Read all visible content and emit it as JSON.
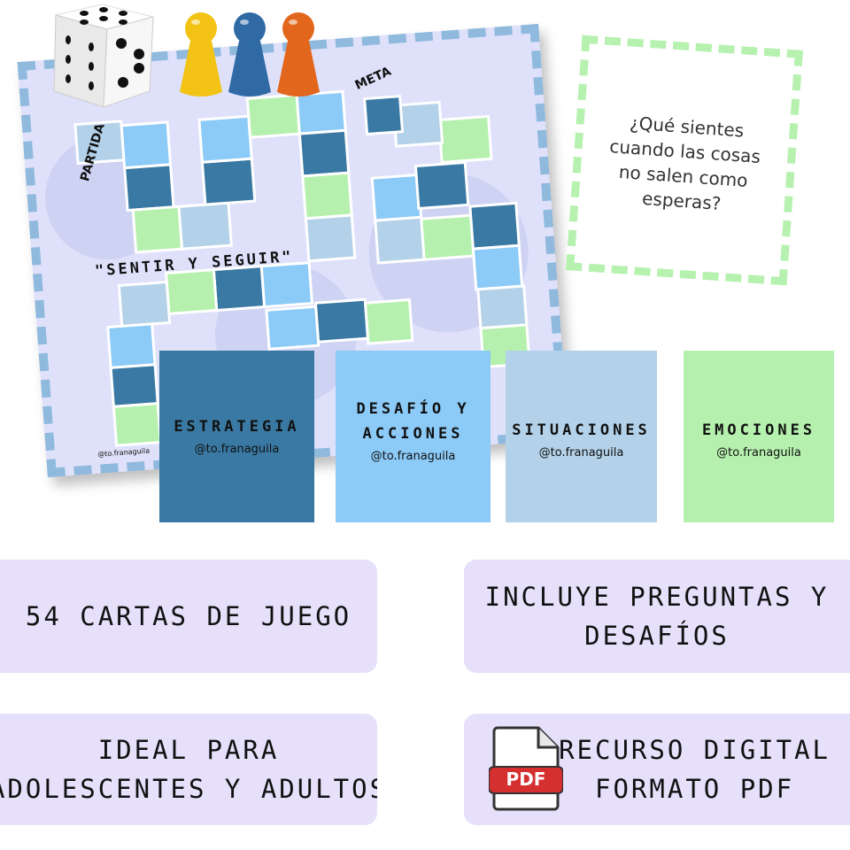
{
  "board": {
    "start_label": "PARTIDA",
    "goal_label": "META",
    "title": "\"SENTIR Y SEGUIR\"",
    "watermark": "@to.franaguila"
  },
  "question_card": {
    "text": "¿Qué sientes cuando las cosas no salen como esperas?"
  },
  "category_cards": [
    {
      "title": "ESTRATEGIA",
      "handle": "@to.franaguila",
      "color": "#3a79a3"
    },
    {
      "title": "DESAFÍO Y ACCIONES",
      "handle": "@to.franaguila",
      "color": "#8ccaf7"
    },
    {
      "title": "SITUACIONES",
      "handle": "@to.franaguila",
      "color": "#b3d1e8"
    },
    {
      "title": "EMOCIONES",
      "handle": "@to.franaguila",
      "color": "#b6f0ae"
    }
  ],
  "features": {
    "cards": "54 CARTAS DE JUEGO",
    "includes": "INCLUYE PREGUNTAS Y\nDESAFÍOS",
    "audience": "IDEAL PARA\nADOLESCENTES Y ADULTOS",
    "format": "RECURSO DIGITAL\nFORMATO PDF"
  },
  "pdf_icon": {
    "label": "PDF",
    "color": "#d62f2f"
  },
  "pawns": {
    "colors": [
      "#f2c315",
      "#2f6aa5",
      "#e2661c"
    ]
  },
  "dice": {
    "color": "#f3f3f3"
  }
}
